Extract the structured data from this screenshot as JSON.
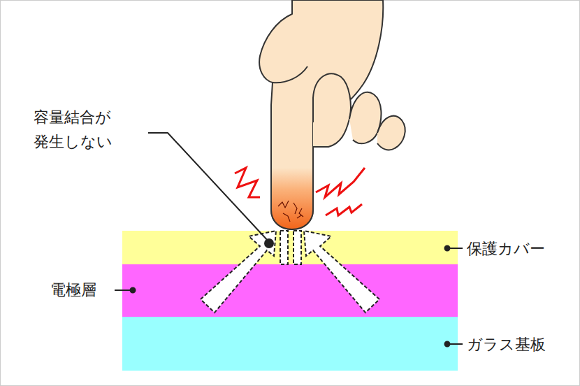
{
  "diagram": {
    "labels": [
      "容量結合が 発生しない",
      "保護カバー",
      "電極層",
      "ガラス基板"
    ]
  }
}
